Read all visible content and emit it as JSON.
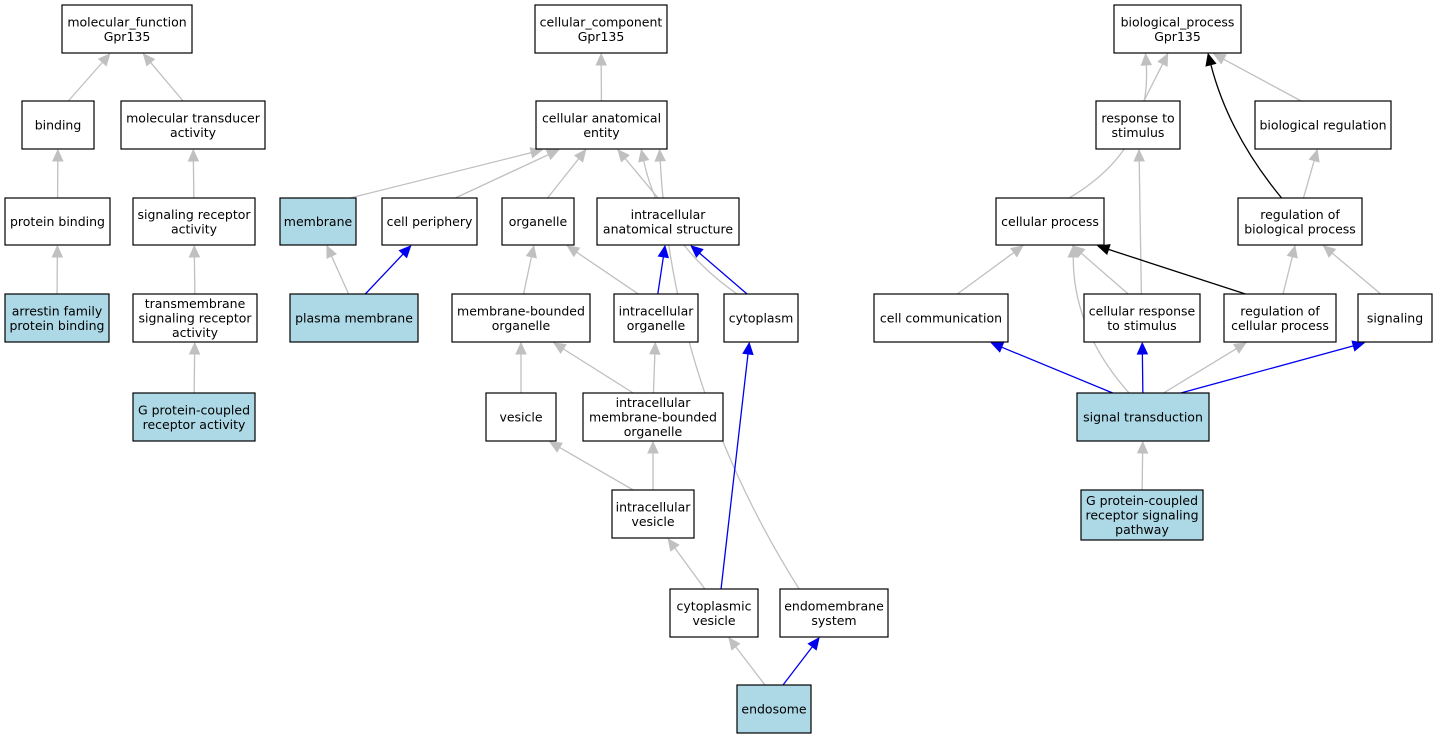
{
  "colors": {
    "highlight_fill": "#add8e6",
    "plain_fill": "#ffffff",
    "edge_gray": "#c0c0c0",
    "edge_blue": "#0000ee",
    "edge_black": "#000000"
  },
  "nodes": [
    {
      "id": "mf",
      "lines": [
        "molecular_function",
        "Gpr135"
      ],
      "highlight": false
    },
    {
      "id": "binding",
      "lines": [
        "binding"
      ],
      "highlight": false
    },
    {
      "id": "mol_transducer",
      "lines": [
        "molecular transducer",
        "activity"
      ],
      "highlight": false
    },
    {
      "id": "protein_binding",
      "lines": [
        "protein binding"
      ],
      "highlight": false
    },
    {
      "id": "sig_receptor",
      "lines": [
        "signaling receptor",
        "activity"
      ],
      "highlight": false
    },
    {
      "id": "arrestin",
      "lines": [
        "arrestin family",
        "protein binding"
      ],
      "highlight": true
    },
    {
      "id": "tm_sig_receptor",
      "lines": [
        "transmembrane",
        "signaling receptor",
        "activity"
      ],
      "highlight": false
    },
    {
      "id": "gpcr_activity",
      "lines": [
        "G protein-coupled",
        "receptor activity"
      ],
      "highlight": true
    },
    {
      "id": "cc",
      "lines": [
        "cellular_component",
        "Gpr135"
      ],
      "highlight": false
    },
    {
      "id": "cae",
      "lines": [
        "cellular anatomical",
        "entity"
      ],
      "highlight": false
    },
    {
      "id": "membrane",
      "lines": [
        "membrane"
      ],
      "highlight": true
    },
    {
      "id": "cell_periphery",
      "lines": [
        "cell periphery"
      ],
      "highlight": false
    },
    {
      "id": "organelle",
      "lines": [
        "organelle"
      ],
      "highlight": false
    },
    {
      "id": "ias",
      "lines": [
        "intracellular",
        "anatomical structure"
      ],
      "highlight": false
    },
    {
      "id": "plasma_membrane",
      "lines": [
        "plasma membrane"
      ],
      "highlight": true
    },
    {
      "id": "mbo",
      "lines": [
        "membrane-bounded",
        "organelle"
      ],
      "highlight": false
    },
    {
      "id": "intra_organelle",
      "lines": [
        "intracellular",
        "organelle"
      ],
      "highlight": false
    },
    {
      "id": "cytoplasm",
      "lines": [
        "cytoplasm"
      ],
      "highlight": false
    },
    {
      "id": "vesicle",
      "lines": [
        "vesicle"
      ],
      "highlight": false
    },
    {
      "id": "imbo",
      "lines": [
        "intracellular",
        "membrane-bounded",
        "organelle"
      ],
      "highlight": false
    },
    {
      "id": "intra_vesicle",
      "lines": [
        "intracellular",
        "vesicle"
      ],
      "highlight": false
    },
    {
      "id": "cyto_vesicle",
      "lines": [
        "cytoplasmic",
        "vesicle"
      ],
      "highlight": false
    },
    {
      "id": "endomembrane",
      "lines": [
        "endomembrane",
        "system"
      ],
      "highlight": false
    },
    {
      "id": "endosome",
      "lines": [
        "endosome"
      ],
      "highlight": true
    },
    {
      "id": "bp",
      "lines": [
        "biological_process",
        "Gpr135"
      ],
      "highlight": false
    },
    {
      "id": "resp_stim",
      "lines": [
        "response to",
        "stimulus"
      ],
      "highlight": false
    },
    {
      "id": "bio_reg",
      "lines": [
        "biological regulation"
      ],
      "highlight": false
    },
    {
      "id": "cell_process",
      "lines": [
        "cellular process"
      ],
      "highlight": false
    },
    {
      "id": "reg_bio_proc",
      "lines": [
        "regulation of",
        "biological process"
      ],
      "highlight": false
    },
    {
      "id": "cell_comm",
      "lines": [
        "cell communication"
      ],
      "highlight": false
    },
    {
      "id": "cell_resp_stim",
      "lines": [
        "cellular response",
        "to stimulus"
      ],
      "highlight": false
    },
    {
      "id": "reg_cell_proc",
      "lines": [
        "regulation of",
        "cellular process"
      ],
      "highlight": false
    },
    {
      "id": "signaling",
      "lines": [
        "signaling"
      ],
      "highlight": false
    },
    {
      "id": "sig_trans",
      "lines": [
        "signal transduction"
      ],
      "highlight": true
    },
    {
      "id": "gpcr_pathway",
      "lines": [
        "G protein-coupled",
        "receptor signaling",
        "pathway"
      ],
      "highlight": true
    }
  ],
  "edges": [
    {
      "from": "binding",
      "to": "mf",
      "color": "gray"
    },
    {
      "from": "mol_transducer",
      "to": "mf",
      "color": "gray"
    },
    {
      "from": "protein_binding",
      "to": "binding",
      "color": "gray"
    },
    {
      "from": "sig_receptor",
      "to": "mol_transducer",
      "color": "gray"
    },
    {
      "from": "arrestin",
      "to": "protein_binding",
      "color": "gray"
    },
    {
      "from": "tm_sig_receptor",
      "to": "sig_receptor",
      "color": "gray"
    },
    {
      "from": "gpcr_activity",
      "to": "tm_sig_receptor",
      "color": "gray"
    },
    {
      "from": "cae",
      "to": "cc",
      "color": "gray"
    },
    {
      "from": "membrane",
      "to": "cae",
      "color": "gray"
    },
    {
      "from": "cell_periphery",
      "to": "cae",
      "color": "gray"
    },
    {
      "from": "organelle",
      "to": "cae",
      "color": "gray"
    },
    {
      "from": "ias",
      "to": "cae",
      "color": "gray"
    },
    {
      "from": "cytoplasm",
      "to": "cae",
      "color": "gray"
    },
    {
      "from": "endomembrane",
      "to": "cae",
      "color": "gray"
    },
    {
      "from": "plasma_membrane",
      "to": "membrane",
      "color": "gray"
    },
    {
      "from": "plasma_membrane",
      "to": "cell_periphery",
      "color": "blue"
    },
    {
      "from": "mbo",
      "to": "organelle",
      "color": "gray"
    },
    {
      "from": "intra_organelle",
      "to": "organelle",
      "color": "gray"
    },
    {
      "from": "intra_organelle",
      "to": "ias",
      "color": "blue"
    },
    {
      "from": "cytoplasm",
      "to": "ias",
      "color": "blue"
    },
    {
      "from": "vesicle",
      "to": "mbo",
      "color": "gray"
    },
    {
      "from": "imbo",
      "to": "mbo",
      "color": "gray"
    },
    {
      "from": "imbo",
      "to": "intra_organelle",
      "color": "gray"
    },
    {
      "from": "intra_vesicle",
      "to": "vesicle",
      "color": "gray"
    },
    {
      "from": "intra_vesicle",
      "to": "imbo",
      "color": "gray"
    },
    {
      "from": "cyto_vesicle",
      "to": "intra_vesicle",
      "color": "gray"
    },
    {
      "from": "cyto_vesicle",
      "to": "cytoplasm",
      "color": "blue"
    },
    {
      "from": "endosome",
      "to": "cyto_vesicle",
      "color": "gray"
    },
    {
      "from": "endosome",
      "to": "endomembrane",
      "color": "blue"
    },
    {
      "from": "resp_stim",
      "to": "bp",
      "color": "gray"
    },
    {
      "from": "bio_reg",
      "to": "bp",
      "color": "gray"
    },
    {
      "from": "cell_process",
      "to": "bp",
      "color": "gray"
    },
    {
      "from": "reg_bio_proc",
      "to": "bp",
      "color": "black"
    },
    {
      "from": "reg_bio_proc",
      "to": "bio_reg",
      "color": "gray"
    },
    {
      "from": "cell_comm",
      "to": "cell_process",
      "color": "gray"
    },
    {
      "from": "cell_resp_stim",
      "to": "cell_process",
      "color": "gray"
    },
    {
      "from": "cell_resp_stim",
      "to": "resp_stim",
      "color": "gray"
    },
    {
      "from": "reg_cell_proc",
      "to": "cell_process",
      "color": "black"
    },
    {
      "from": "reg_cell_proc",
      "to": "reg_bio_proc",
      "color": "gray"
    },
    {
      "from": "signaling",
      "to": "reg_bio_proc",
      "color": "gray"
    },
    {
      "from": "sig_trans",
      "to": "cell_comm",
      "color": "blue"
    },
    {
      "from": "sig_trans",
      "to": "cell_resp_stim",
      "color": "blue"
    },
    {
      "from": "sig_trans",
      "to": "reg_cell_proc",
      "color": "gray"
    },
    {
      "from": "sig_trans",
      "to": "signaling",
      "color": "blue"
    },
    {
      "from": "sig_trans",
      "to": "cell_process",
      "color": "gray"
    },
    {
      "from": "gpcr_pathway",
      "to": "sig_trans",
      "color": "gray"
    }
  ]
}
